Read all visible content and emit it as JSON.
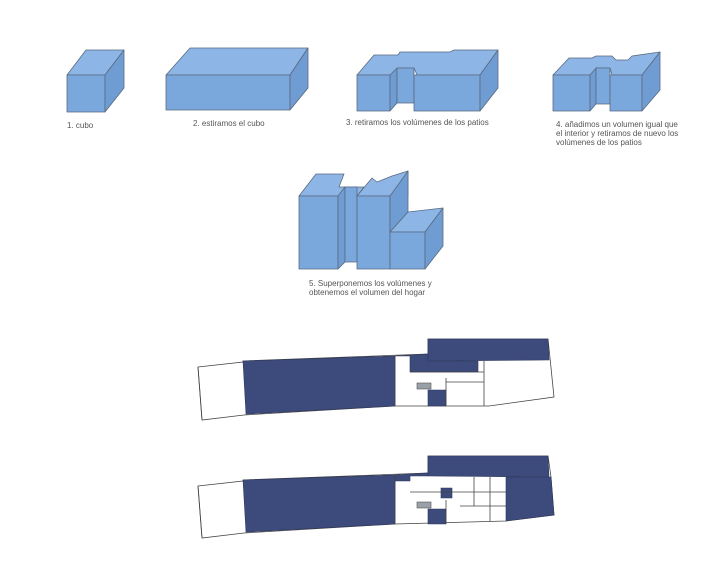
{
  "colors": {
    "volume_face": "#7aa7dc",
    "volume_edge": "#5a6a80",
    "plan_fill": "#3d4a7c",
    "plan_line": "#444444",
    "background": "#ffffff",
    "caption_text": "#555555"
  },
  "steps": [
    {
      "caption": "1. cubo"
    },
    {
      "caption": "2. estiramos el cubo"
    },
    {
      "caption": "3. retiramos los volúmenes de los patios"
    },
    {
      "caption": "4. añadimos un volumen igual que\nel interior y retiramos de nuevo los\nvolúmenes de los patios"
    },
    {
      "caption": "5. Superponemos los volúmenes y\nobtenemos el volumen del hogar"
    }
  ]
}
